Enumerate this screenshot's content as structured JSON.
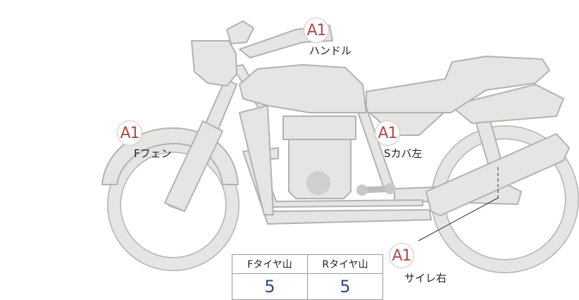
{
  "colors": {
    "body_fill": "#e5e5e3",
    "body_stroke": "#b2b2b0",
    "badge_text": "#b24a4a",
    "value_text": "#2f4a86",
    "label_text": "#222222"
  },
  "callouts": [
    {
      "grade": "A1",
      "label": "ハンドル"
    },
    {
      "grade": "A1",
      "label": "Fフェン"
    },
    {
      "grade": "A1",
      "label": "Sカバ左"
    },
    {
      "grade": "A1",
      "label": "サイレ右"
    }
  ],
  "tread_table": {
    "front_header": "Fタイヤ山",
    "rear_header": "Rタイヤ山",
    "front_value": "5",
    "rear_value": "5"
  }
}
